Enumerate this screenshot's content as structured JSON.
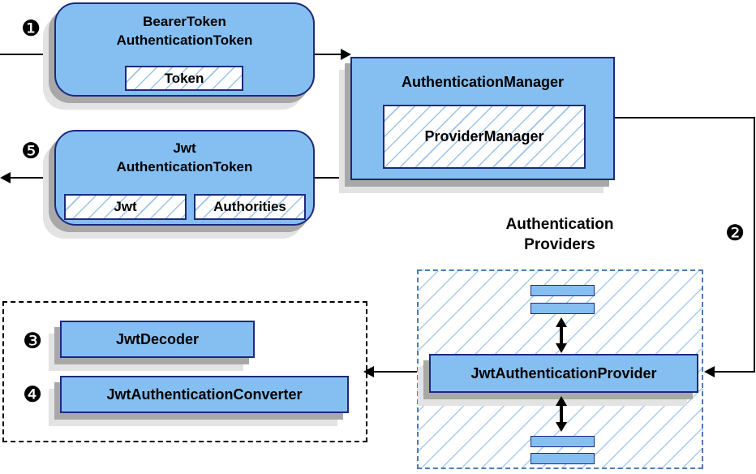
{
  "steps": {
    "s1": "❶",
    "s2": "❷",
    "s3": "❸",
    "s4": "❹",
    "s5": "❺"
  },
  "bearer_token": {
    "title1": "BearerToken",
    "title2": "AuthenticationToken",
    "field": "Token"
  },
  "authentication_manager": {
    "title": "AuthenticationManager",
    "implementation": "ProviderManager"
  },
  "jwt_authentication_token": {
    "title1": "Jwt",
    "title2": "AuthenticationToken",
    "field1": "Jwt",
    "field2": "Authorities"
  },
  "authentication_providers": {
    "heading1": "Authentication",
    "heading2": "Providers",
    "provider": "JwtAuthenticationProvider"
  },
  "converter_group": {
    "decoder": "JwtDecoder",
    "converter": "JwtAuthenticationConverter"
  },
  "colors": {
    "node_fill": "#85bff2",
    "node_border": "#1c2a7b",
    "hatch_line": "#9dc3ea",
    "dashed_blue_border": "#4a7ab5",
    "shadow_dark": "#a8a8a8",
    "shadow_light": "#e3e3e3",
    "connector": "#000000"
  }
}
